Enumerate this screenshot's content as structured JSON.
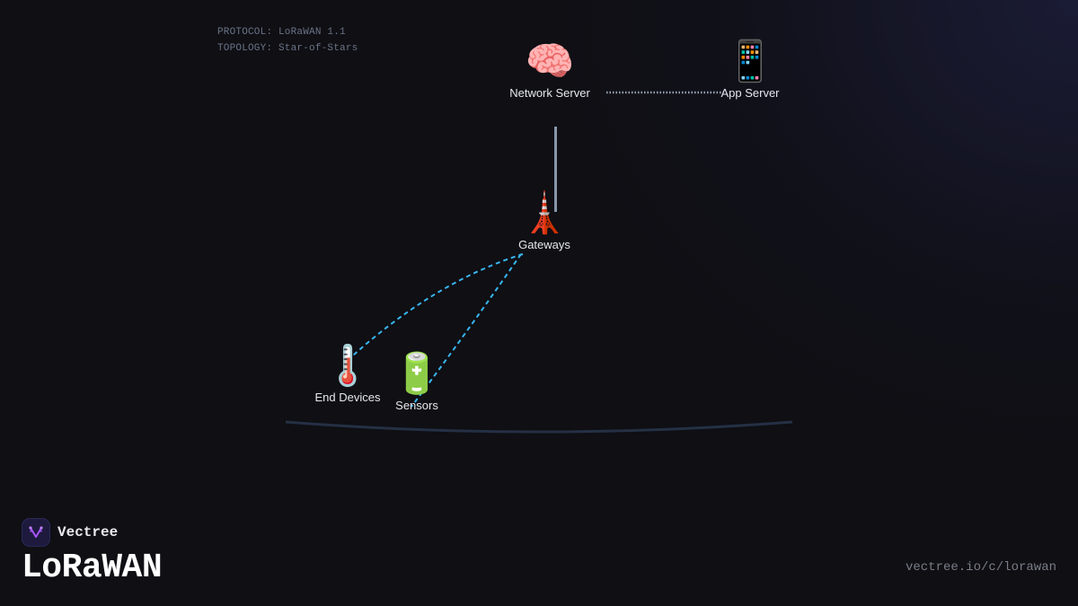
{
  "meta": {
    "protocol": "PROTOCOL: LoRaWAN 1.1",
    "topology": "TOPOLOGY: Star-of-Stars"
  },
  "nodes": [
    {
      "id": "network-server",
      "label": "Network Server",
      "icon": "brain-icon",
      "glyph": "🧠"
    },
    {
      "id": "app-server",
      "label": "App Server",
      "icon": "mobile-phone-icon",
      "glyph": "📱"
    },
    {
      "id": "gateways",
      "label": "Gateways",
      "icon": "tower-icon",
      "glyph": "🗼"
    },
    {
      "id": "end-devices",
      "label": "End Devices",
      "icon": "thermometer-icon",
      "glyph": "🌡️"
    },
    {
      "id": "sensors",
      "label": "Sensors",
      "icon": "battery-icon",
      "glyph": "🔋"
    }
  ],
  "links": [
    {
      "from": "network-server",
      "to": "app-server",
      "style": "dotted",
      "color": "#9aa6b8"
    },
    {
      "from": "network-server",
      "to": "gateways",
      "style": "solid",
      "color": "#8896aa"
    },
    {
      "from": "gateways",
      "to": "end-devices",
      "style": "dashed",
      "color": "#38b6f0"
    },
    {
      "from": "gateways",
      "to": "sensors",
      "style": "dashed",
      "color": "#38b6f0"
    }
  ],
  "brand": {
    "name": "Vectree",
    "accent": "#a855f7"
  },
  "title": "LoRaWAN",
  "url": "vectree.io/c/lorawan"
}
